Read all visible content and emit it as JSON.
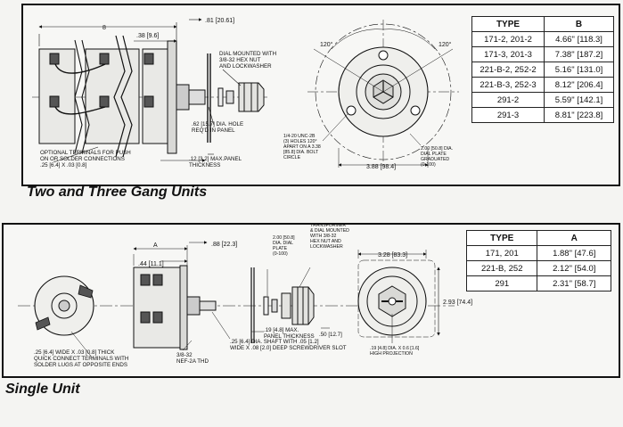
{
  "top_panel": {
    "caption": "Two and Three Gang Units",
    "dims": {
      "length": "8",
      "shaft_offset": ".38 [9.6]",
      "flange": ".81 [20.61]",
      "panel_thickness_value": ".12 [3.2] MAX.PANEL",
      "panel_thickness_word": "THICKNESS",
      "bolt_circle_dia": "3.88 [98.4]",
      "angle_left": "120°",
      "angle_right": "120°"
    },
    "notes": {
      "dial_mounted": [
        "DIAL MOUNTED WITH",
        "3/8-32 HEX NUT",
        "AND LOCKWASHER"
      ],
      "hole": [
        ".62 [15.7] DIA. HOLE",
        "REQ'D IN PANEL"
      ],
      "terminals": [
        "OPTIONAL TERMINALS FOR PUSH",
        "ON OR SOLDER CONNECTIONS",
        ".25 [6.4] X .03 [0.8]"
      ],
      "holes_spec": [
        "1/4-20 UNC-2B",
        "(3) HOLES 120°",
        "APART ON A 3.38",
        "[85.8] DIA. BOLT",
        "CIRCLE"
      ],
      "dial_plate": [
        "2.00 [50.8] DIA.",
        "DIAL PLATE",
        "GRADUATED",
        "(0-100)"
      ]
    },
    "table": {
      "headers": [
        "TYPE",
        "B"
      ],
      "rows": [
        [
          "171-2, 201-2",
          "4.66\" [118.3]"
        ],
        [
          "171-3, 201-3",
          "7.38\" [187.2]"
        ],
        [
          "221-B-2, 252-2",
          "5.16\" [131.0]"
        ],
        [
          "221-B-3, 252-3",
          "8.12\" [206.4]"
        ],
        [
          "291-2",
          "5.59\" [142.1]"
        ],
        [
          "291-3",
          "8.81\" [223.8]"
        ]
      ]
    }
  },
  "bottom_panel": {
    "caption": "Single Unit",
    "dims": {
      "length": "A",
      "offset": ".44 [11.1]",
      "flange": ".88 [22.3]",
      "width": "3.28 [83.3]",
      "height": "2.93 [74.4]",
      "panel_thickness": [
        ".19 [4.8] MAX.",
        "PANEL THICKNESS"
      ],
      "gap": ".50 [12.7]"
    },
    "notes": {
      "dial_plate": [
        "2.00 [50.8]",
        "DIA. DIAL",
        "PLATE",
        "(0-100)"
      ],
      "transformer": [
        "TRANSFORMER",
        "& DIAL MOUNTED",
        "WITH 3/8-32",
        "HEX NUT AND",
        "LOCKWASHER"
      ],
      "quick_connect": [
        ".25 [6.4] WIDE X .03 [0.8] THICK",
        "QUICK CONNECT TERMINALS WITH",
        "SOLDER LUGS AT OPPOSITE ENDS"
      ],
      "thread": [
        "3/8-32",
        "NEF-2A THD"
      ],
      "shaft": [
        ".25 [6.4] DIA. SHAFT WITH .05 [1.2]",
        "WIDE X .08 [2.0] DEEP SCREWDRIVER SLOT"
      ],
      "projection": [
        ".19 [4.8] DIA. X 0.6 [1.6]",
        "HIGH PROJECTION"
      ]
    },
    "table": {
      "headers": [
        "TYPE",
        "A"
      ],
      "rows": [
        [
          "171, 201",
          "1.88\" [47.6]"
        ],
        [
          "221-B, 252",
          "2.12\" [54.0]"
        ],
        [
          "291",
          "2.31\" [58.7]"
        ]
      ]
    }
  }
}
